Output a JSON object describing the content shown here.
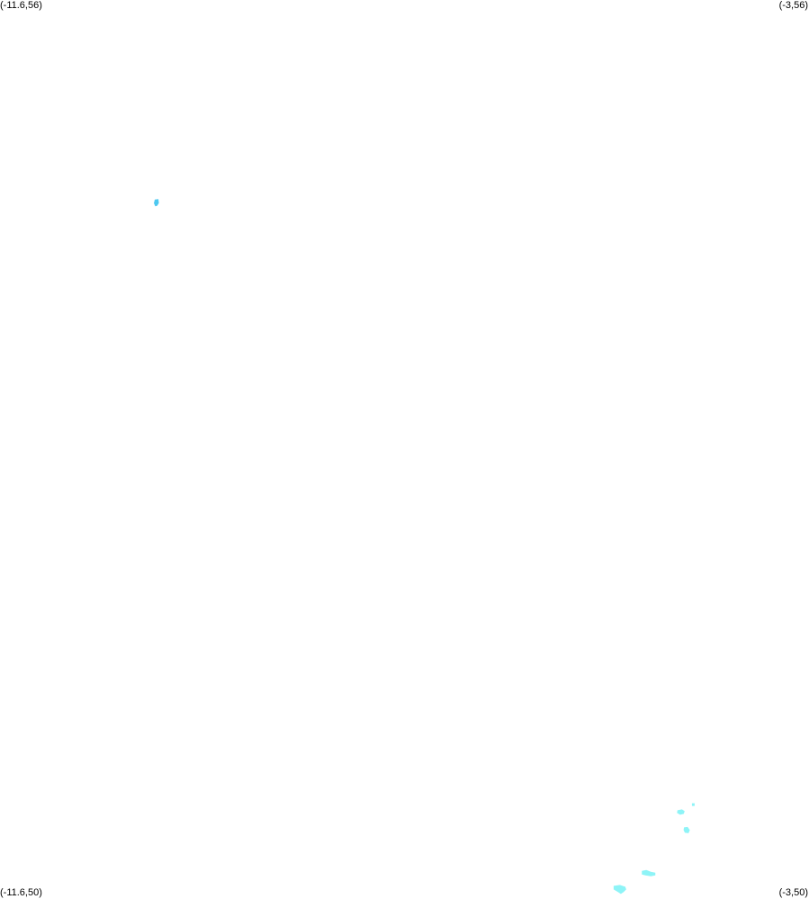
{
  "corners": {
    "top_left": "(-11.6,56)",
    "top_right": "(-3,56)",
    "bottom_left": "(-11.6,50)",
    "bottom_right": "(-3,50)"
  },
  "colors": {
    "background": "#ffffff",
    "feature_blue": "#4dc8f0",
    "feature_cyan": "#8ef4f7"
  },
  "features": [
    {
      "lon": -9.94,
      "lat": 54.65,
      "color": "feature_blue"
    },
    {
      "lon": -4.36,
      "lat": 50.58,
      "color": "feature_cyan"
    },
    {
      "lon": -4.3,
      "lat": 50.46,
      "color": "feature_cyan"
    },
    {
      "lon": -4.23,
      "lat": 50.63,
      "color": "feature_cyan"
    },
    {
      "lon": -4.71,
      "lat": 50.17,
      "color": "feature_cyan"
    },
    {
      "lon": -5.01,
      "lat": 50.07,
      "color": "feature_cyan"
    }
  ]
}
